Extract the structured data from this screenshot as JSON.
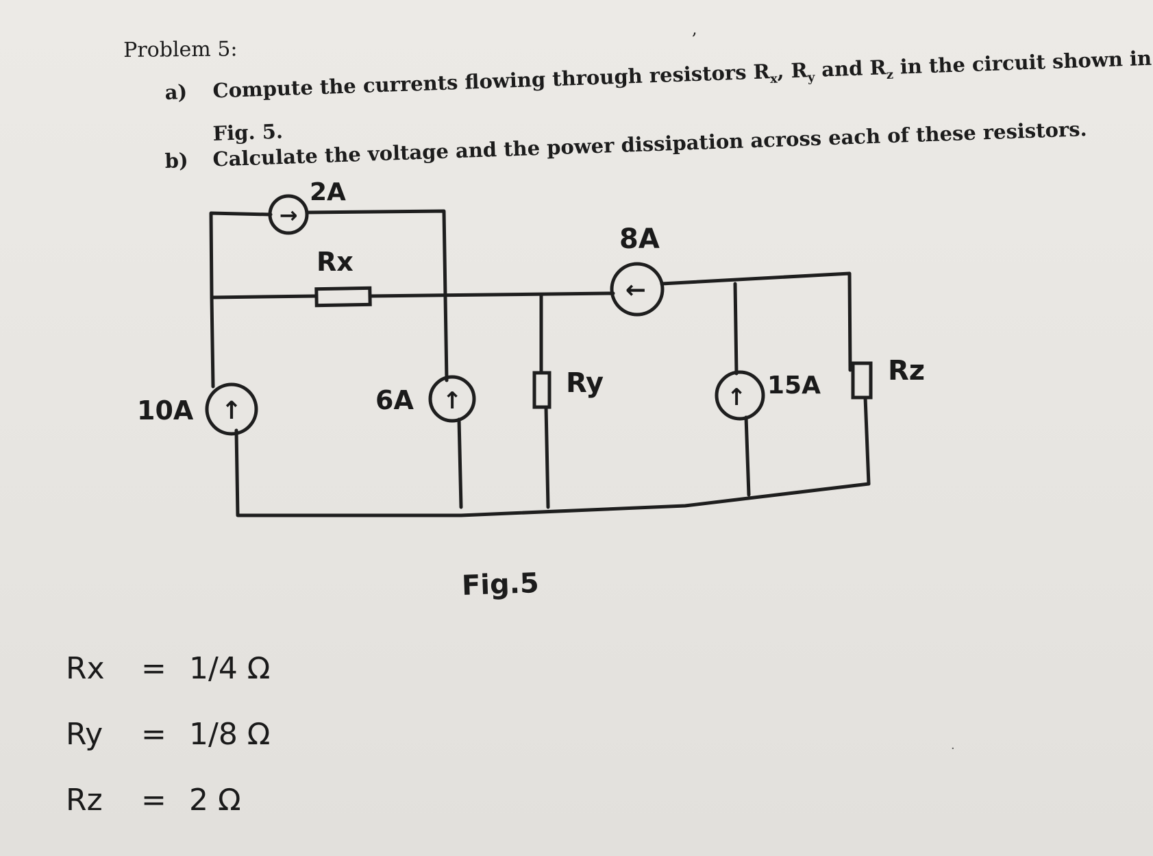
{
  "problem": {
    "title": "Problem 5:",
    "a_label": "a)",
    "a_text": "Compute the currents flowing through resistors R",
    "a_sub_x": "x",
    "a_sep1": ", R",
    "a_sub_y": "y",
    "a_and": " and  R",
    "a_sub_z": "z",
    "a_tail": " in the circuit shown in",
    "a_cont": "Fig. 5.",
    "b_label": "b)",
    "b_text": "Calculate the voltage and the power dissipation across each of these resistors."
  },
  "circuit": {
    "src_top": "2A",
    "src_middle": "8A",
    "src_left": "10A",
    "src_center": "6A",
    "src_right": "15A",
    "res_x": "Rx",
    "res_y": "Ry",
    "res_z": "Rz",
    "arrow_right": "→",
    "arrow_left": "←",
    "arrow_up": "↑",
    "wire_color": "#1e1e1e"
  },
  "figure": {
    "caption": "Fig.5"
  },
  "values": [
    {
      "name": "Rx",
      "eq": "=",
      "value": "1/4 Ω"
    },
    {
      "name": "Ry",
      "eq": "=",
      "value": "1/8 Ω"
    },
    {
      "name": "Rz",
      "eq": "=",
      "value": "2 Ω"
    }
  ],
  "marks": {
    "top_dot": ",",
    "edge_dot": "·"
  }
}
